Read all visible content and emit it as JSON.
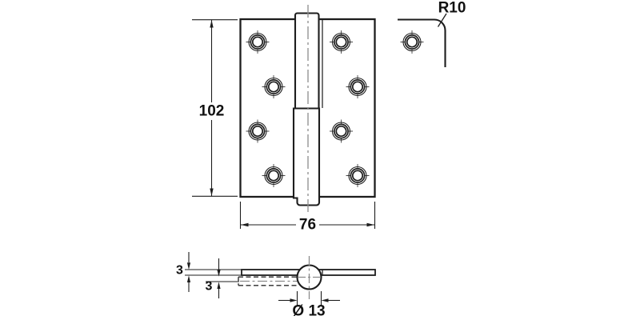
{
  "drawing": {
    "type": "technical-drawing",
    "labels": {
      "height": "102",
      "width": "76",
      "corner_radius": "R10",
      "knuckle_diameter": "Ø 13",
      "leaf_thickness_top": "3",
      "leaf_thickness_bottom": "3"
    },
    "colors": {
      "line": "#1d1d1d",
      "centerline": "#8c8c8c",
      "background": "#ffffff"
    },
    "screw_holes_front_view": 8,
    "screw_holes_detail_view": 1
  }
}
